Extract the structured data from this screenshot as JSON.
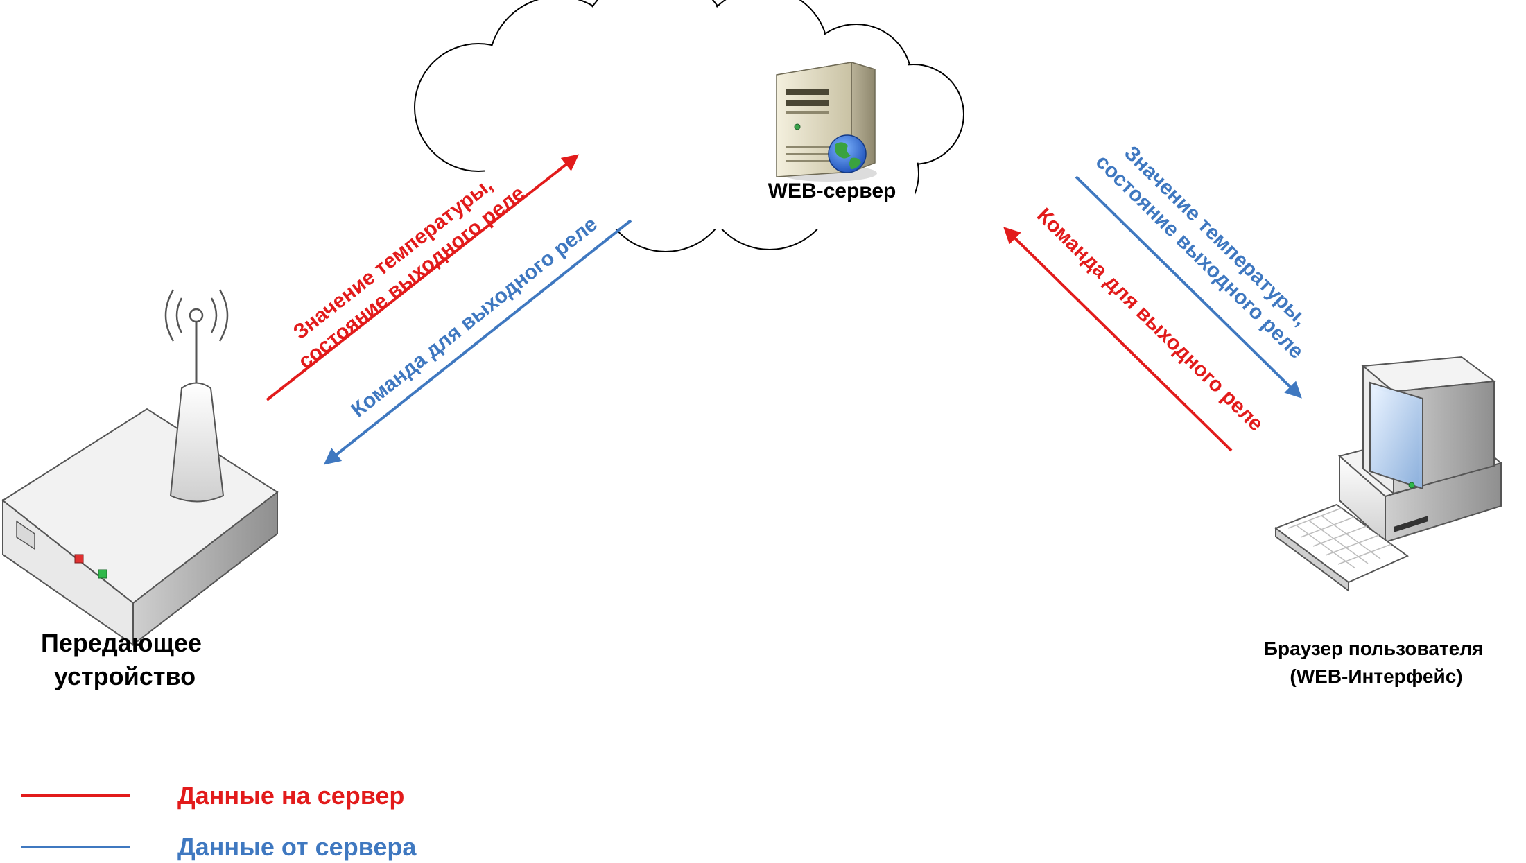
{
  "nodes": {
    "server": {
      "label": "WEB-сервер"
    },
    "device": {
      "label_lines": [
        "Передающее",
        "устройство"
      ]
    },
    "browser": {
      "label_lines": [
        "Браузер пользователя",
        "(WEB-Интерфейс)"
      ]
    }
  },
  "arrows": {
    "device_to_server": {
      "lines": [
        "Значение температуры,",
        "состояние выходного реле"
      ],
      "color": "#e21b1b"
    },
    "server_to_device": {
      "lines": [
        "Команда для выходного реле"
      ],
      "color": "#3f78c0"
    },
    "server_to_browser": {
      "lines": [
        "Значение температуры,",
        "состояние выходного реле"
      ],
      "color": "#3f78c0"
    },
    "browser_to_server": {
      "lines": [
        "Команда для выходного реле"
      ],
      "color": "#e21b1b"
    }
  },
  "legend": {
    "to_server": {
      "label": "Данные на сервер",
      "color": "#e21b1b"
    },
    "from_server": {
      "label": "Данные от сервера",
      "color": "#3f78c0"
    }
  }
}
